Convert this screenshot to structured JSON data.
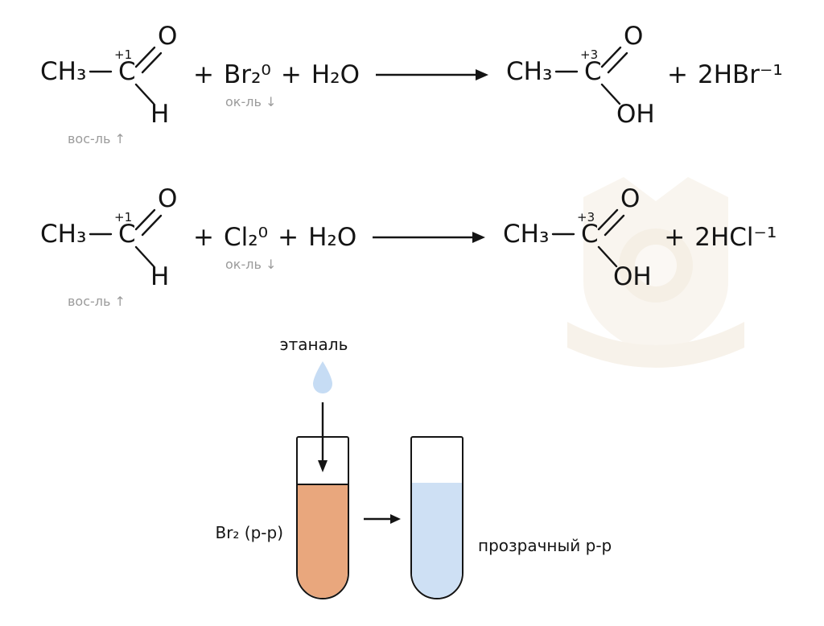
{
  "reactions": [
    {
      "reactant": {
        "group": "CH₃",
        "ox_state": "+1",
        "carbon": "C",
        "oxygen": "O",
        "hydrogen": "H"
      },
      "reducer_label": "вос-ль ↑",
      "plus": "+",
      "halogen": "Br₂⁰",
      "oxidizer_label": "ок-ль ↓",
      "water": "H₂O",
      "product": {
        "group": "CH₃",
        "ox_state": "+3",
        "carbon": "C",
        "oxygen": "O",
        "hydroxyl": "OH"
      },
      "byproduct": "2HBr⁻¹"
    },
    {
      "reactant": {
        "group": "CH₃",
        "ox_state": "+1",
        "carbon": "C",
        "oxygen": "O",
        "hydrogen": "H"
      },
      "reducer_label": "вос-ль ↑",
      "plus": "+",
      "halogen": "Cl₂⁰",
      "oxidizer_label": "ок-ль ↓",
      "water": "H₂O",
      "product": {
        "group": "CH₃",
        "ox_state": "+3",
        "carbon": "C",
        "oxygen": "O",
        "hydroxyl": "OH"
      },
      "byproduct": "2HCl⁻¹"
    }
  ],
  "experiment": {
    "drop_label": "этаналь",
    "tube1_label": "Br₂ (р-р)",
    "tube2_label": "прозрачный р-р"
  },
  "colors": {
    "ink": "#141414",
    "label_gray": "#9b9b9b",
    "bromine_solution": "#E9A77D",
    "clear_solution": "#CEE0F4",
    "drop_blue": "#C6DCF4"
  }
}
